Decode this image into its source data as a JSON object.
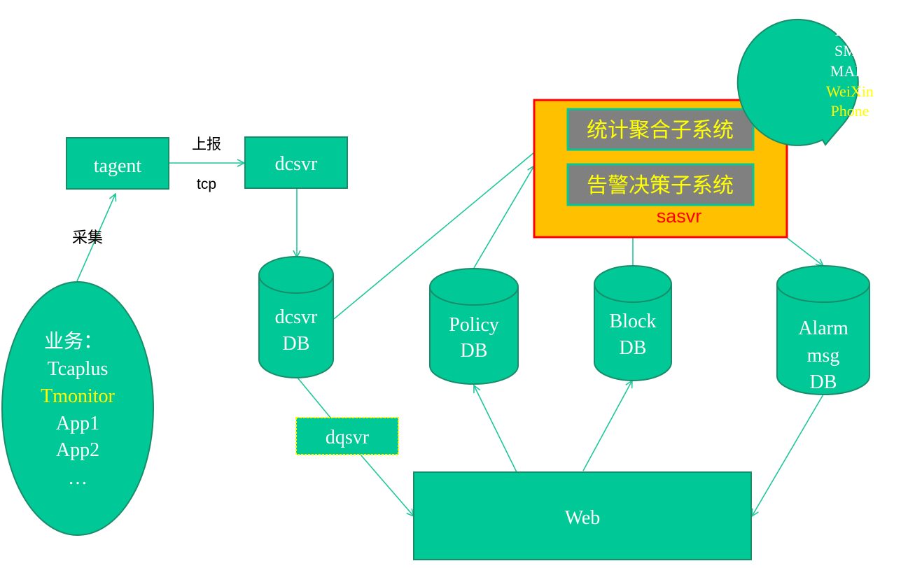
{
  "diagram": {
    "colors": {
      "node_fill": "#00c896",
      "node_stroke": "#1a8c69",
      "arrow": "#1fc79a",
      "sasvr_fill": "#ffc000",
      "sasvr_border": "#ff0000",
      "sasvr_label": "#ff0000",
      "subsystem_fill": "#808080",
      "subsystem_stroke": "#00c896",
      "subsystem_text": "#ffff00",
      "highlight_text": "#ffff00",
      "dqsvr_border": "#ffff00",
      "node_text": "#ffffff",
      "label_text": "#000000"
    },
    "business": {
      "title": "业务：",
      "items": [
        "Tcaplus",
        "Tmonitor",
        "App1",
        "App2",
        "…"
      ],
      "highlighted": "Tmonitor"
    },
    "tagent": {
      "label": "tagent"
    },
    "dcsvr": {
      "label": "dcsvr"
    },
    "dcsvr_db": {
      "lines": [
        "dcsvr",
        "DB"
      ]
    },
    "policy_db": {
      "lines": [
        "Policy",
        "DB"
      ]
    },
    "block_db": {
      "lines": [
        "Block",
        "DB"
      ]
    },
    "alarm_db": {
      "lines": [
        "Alarm",
        "msg",
        "DB"
      ]
    },
    "dqsvr": {
      "label": "dqsvr"
    },
    "web": {
      "label": "Web"
    },
    "sasvr": {
      "label": "sasvr",
      "subsystems": [
        "统计聚合子系统",
        "告警决策子系统"
      ]
    },
    "channels": {
      "items": [
        "RTX",
        "SMS",
        "MAIL",
        "WeiXin",
        "Phone"
      ],
      "highlighted": [
        "WeiXin",
        "Phone"
      ]
    },
    "edge_labels": {
      "collect": "采集",
      "report": "上报",
      "protocol": "tcp"
    },
    "edges": [
      {
        "from": "business",
        "to": "tagent",
        "label": "采集"
      },
      {
        "from": "tagent",
        "to": "dcsvr",
        "label": "上报 tcp"
      },
      {
        "from": "dcsvr",
        "to": "dcsvr DB"
      },
      {
        "from": "dcsvr DB",
        "to": "统计聚合子系统"
      },
      {
        "from": "dcsvr DB",
        "to": "dqsvr"
      },
      {
        "from": "dqsvr",
        "to": "Web"
      },
      {
        "from": "Policy DB",
        "to": "sasvr"
      },
      {
        "from": "Block DB",
        "to": "告警决策子系统"
      },
      {
        "from": "sasvr",
        "to": "Alarm msg DB"
      },
      {
        "from": "Web",
        "to": "Policy DB"
      },
      {
        "from": "Web",
        "to": "Block DB"
      },
      {
        "from": "Alarm msg DB",
        "to": "Web"
      }
    ]
  }
}
